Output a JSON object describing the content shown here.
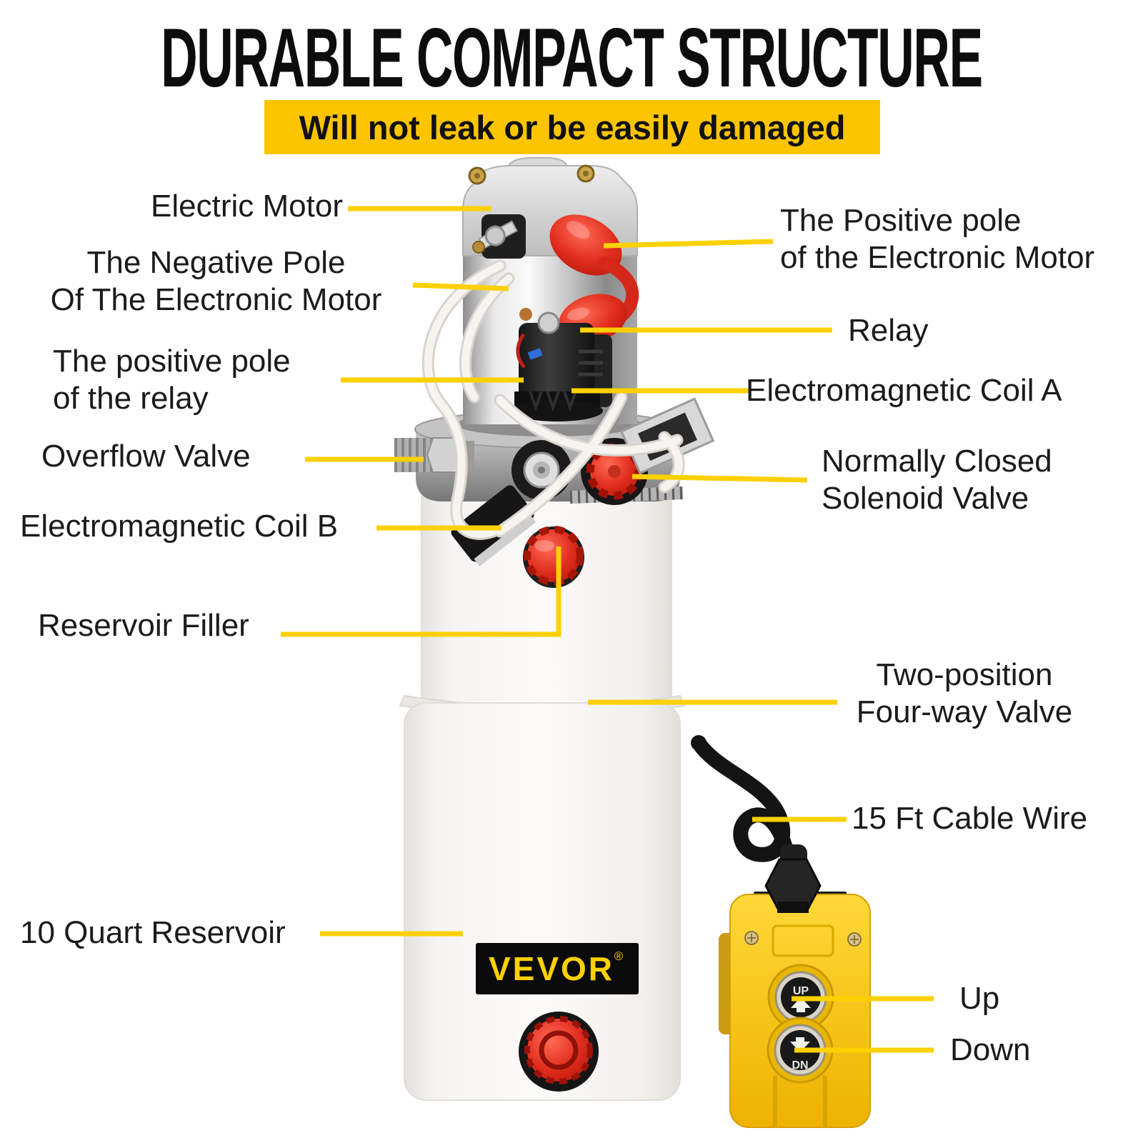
{
  "header": {
    "title": "DURABLE COMPACT STRUCTURE",
    "banner": "Will not leak or be easily damaged"
  },
  "colors": {
    "accent_yellow": "#FCC500",
    "leader_yellow": "#FDD000",
    "logo_yellow": "#FDD000",
    "cap_red": "#E02C1C",
    "remote_yellow": "#FFD22E"
  },
  "callouts": {
    "electric_motor": "Electric Motor",
    "negative_pole_1": "The Negative Pole",
    "negative_pole_2": "Of The Electronic Motor",
    "positive_pole_relay_1": "The positive pole",
    "positive_pole_relay_2": "of the relay",
    "overflow_valve": "Overflow Valve",
    "coil_b": "Electromagnetic Coil B",
    "reservoir_filler": "Reservoir Filler",
    "ten_quart_reservoir": "10 Quart Reservoir",
    "positive_pole_motor_1": "The Positive pole",
    "positive_pole_motor_2": "of the Electronic Motor",
    "relay": "Relay",
    "coil_a": "Electromagnetic Coil A",
    "nc_valve_1": "Normally Closed",
    "nc_valve_2": "Solenoid Valve",
    "two_position_1": "Two-position",
    "two_position_2": "Four-way Valve",
    "cable_wire": "15 Ft Cable Wire",
    "up": "Up",
    "down": "Down"
  },
  "product": {
    "brand": "VEVOR",
    "brand_mark": "®"
  },
  "remote": {
    "up_button": "UP",
    "down_button": "DN"
  }
}
